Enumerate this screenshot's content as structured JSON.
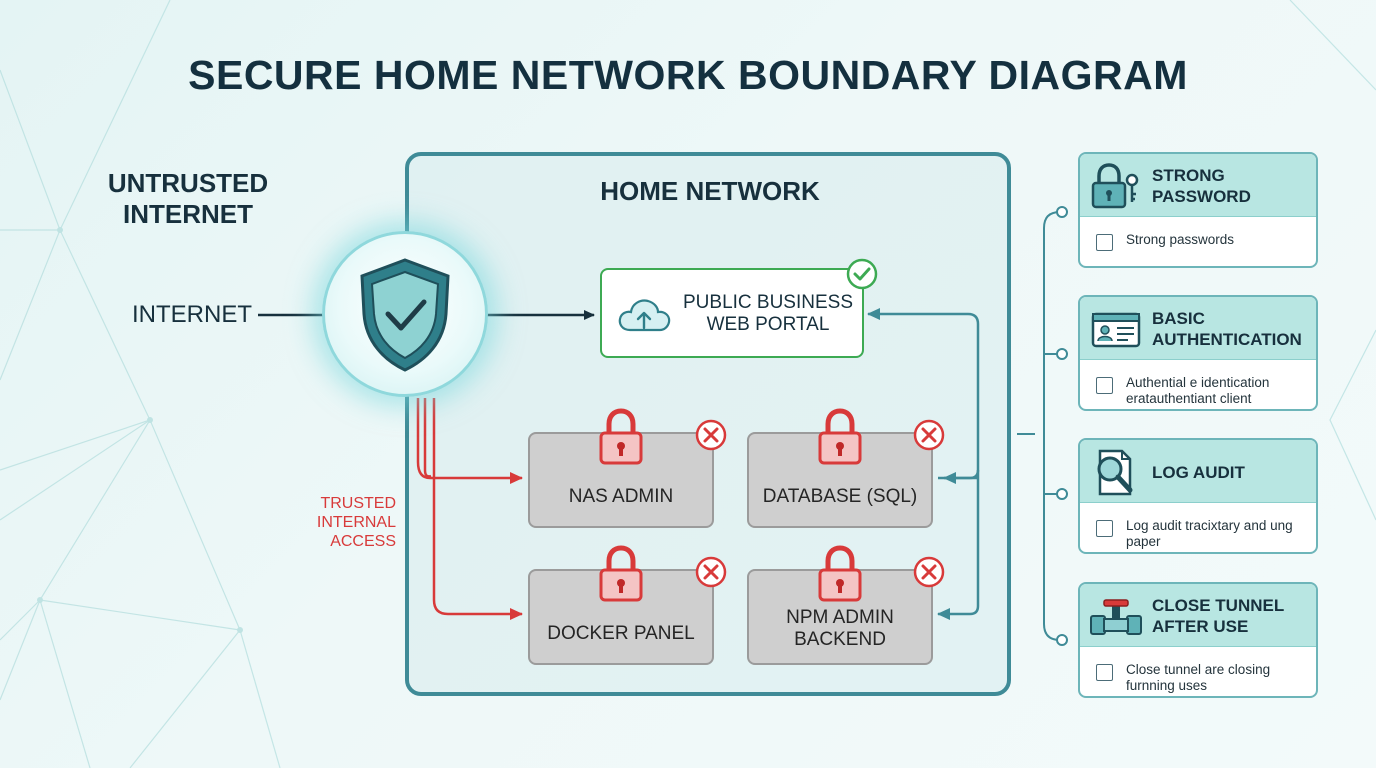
{
  "title": "SECURE HOME NETWORK BOUNDARY DIAGRAM",
  "untrusted_label": "UNTRUSTED INTERNET",
  "internet_label": "INTERNET",
  "trusted_label": "TRUSTED INTERNAL ACCESS",
  "home_network_label": "HOME NETWORK",
  "portal_label": "PUBLIC BUSINESS WEB PORTAL",
  "services": [
    {
      "label": "NAS ADMIN"
    },
    {
      "label": "DATABASE (SQL)"
    },
    {
      "label": "DOCKER PANEL"
    },
    {
      "label": "NPM ADMIN BACKEND"
    }
  ],
  "cards": [
    {
      "title": "STRONG PASSWORD",
      "text": "Strong passwords",
      "icon": "padlock-key-icon"
    },
    {
      "title": "BASIC AUTHENTICATION",
      "text": "Authential e identication eratauthentiant client",
      "icon": "id-card-icon"
    },
    {
      "title": "LOG AUDIT",
      "text": "Log audit tracixtary and ung paper",
      "icon": "magnifier-document-icon"
    },
    {
      "title": "CLOSE TUNNEL AFTER USE",
      "text": "Close tunnel are closing furnning uses",
      "icon": "valve-pipe-icon"
    }
  ],
  "colors": {
    "primary": "#3f8b97",
    "allowed": "#3daa53",
    "blocked": "#d83a3a",
    "card_header": "#b8e6e2"
  }
}
